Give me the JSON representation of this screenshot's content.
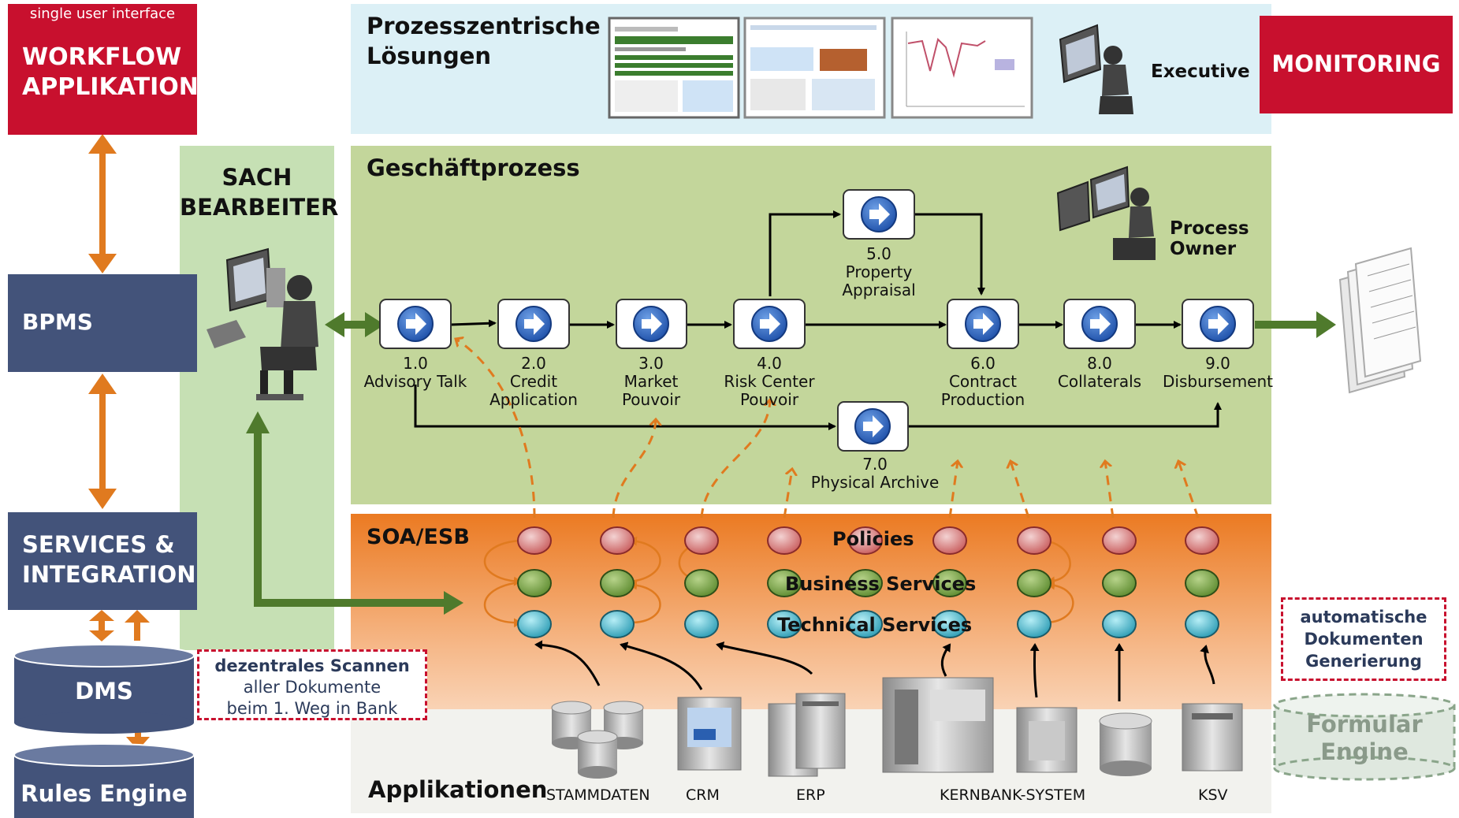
{
  "left_column": {
    "single_ui": "single user interface",
    "workflow_line1": "WORKFLOW",
    "workflow_line2": "APPLIKATION",
    "bpms": "BPMS",
    "services_line1": "SERVICES &",
    "services_line2": "INTEGRATION",
    "dms": "DMS",
    "rules_engine": "Rules Engine"
  },
  "sachbearbeiter": {
    "line1": "SACH",
    "line2": "BEARBEITER"
  },
  "scan_note": {
    "line1": "dezentrales Scannen",
    "line2": "aller Dokumente",
    "line3": "beim 1. Weg in Bank"
  },
  "top_band": {
    "title_line1": "Prozesszentrische",
    "title_line2": "Lösungen",
    "executive": "Executive",
    "monitoring": "MONITORING"
  },
  "process": {
    "title": "Geschäftprozess",
    "owner_line1": "Process",
    "owner_line2": "Owner",
    "steps": [
      {
        "num": "1.0",
        "line1": "Advisory Talk",
        "line2": ""
      },
      {
        "num": "2.0",
        "line1": "Credit",
        "line2": "Application"
      },
      {
        "num": "3.0",
        "line1": "Market",
        "line2": "Pouvoir"
      },
      {
        "num": "4.0",
        "line1": "Risk Center",
        "line2": "Pouvoir"
      },
      {
        "num": "5.0",
        "line1": "Property",
        "line2": "Appraisal"
      },
      {
        "num": "6.0",
        "line1": "Contract",
        "line2": "Production"
      },
      {
        "num": "7.0",
        "line1": "Physical Archive",
        "line2": ""
      },
      {
        "num": "8.0",
        "line1": "Collaterals",
        "line2": ""
      },
      {
        "num": "9.0",
        "line1": "Disbursement",
        "line2": ""
      }
    ]
  },
  "soa": {
    "title": "SOA/ESB",
    "policies": "Policies",
    "business_services": "Business Services",
    "technical_services": "Technical Services"
  },
  "applications": {
    "title": "Applikationen",
    "labels": [
      "STAMMDATEN",
      "CRM",
      "ERP",
      "KERNBANK-SYSTEM",
      "KSV"
    ]
  },
  "right_column": {
    "auto_line1": "automatische",
    "auto_line2": "Dokumenten",
    "auto_line3": "Generierung",
    "formular_line1": "Formular",
    "formular_line2": "Engine"
  },
  "colors": {
    "red": "#c8102e",
    "navy": "#43537a",
    "light_blue": "#dcefF5",
    "light_green_panel": "#c6e0b4",
    "process_green": "#c3d69b",
    "orange": "#e8792a",
    "arrow_orange": "#e07a1f",
    "arrow_green": "#4f7a2c"
  }
}
